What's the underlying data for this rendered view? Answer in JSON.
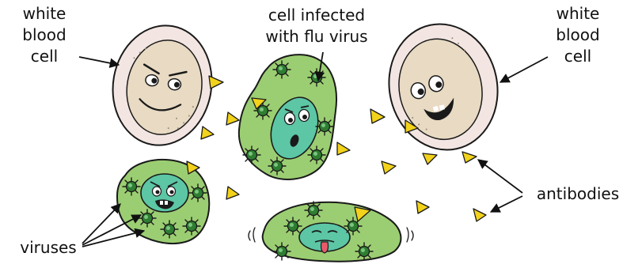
{
  "labels": {
    "white_blood_cell_left": [
      "white",
      "blood",
      "cell"
    ],
    "infected_cell": [
      "cell infected",
      "with flu virus"
    ],
    "white_blood_cell_right": [
      "white",
      "blood",
      "cell"
    ],
    "antibodies": "antibodies",
    "viruses": "viruses"
  },
  "colors": {
    "wbc_outer": "#f3e6e2",
    "wbc_inner": "#e8dac3",
    "infected_cell": "#9bce72",
    "nucleus": "#5cc6a5",
    "virus_body": "#2e7d32",
    "antibody": "#f2d21a",
    "tongue": "#e85a6a",
    "outline": "#1a1a1a"
  }
}
